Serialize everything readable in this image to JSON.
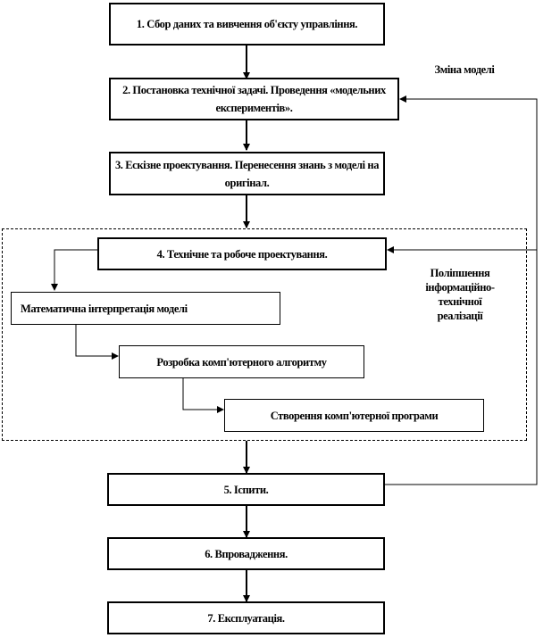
{
  "diagram": {
    "steps": [
      {
        "id": "step1",
        "text": "1. Сбор даних та вивчення об'єкту управління."
      },
      {
        "id": "step2",
        "text": "2. Постановка технічної задачі. Проведення «модельних експериментів»."
      },
      {
        "id": "step3",
        "text": "3. Ескізне проектування. Перенесення знань з моделі на оригінал."
      },
      {
        "id": "step4",
        "text": "4. Технічне та робоче проектування."
      },
      {
        "id": "step5",
        "text": "5. Іспити."
      },
      {
        "id": "step6",
        "text": "6. Впровадження."
      },
      {
        "id": "step7",
        "text": "7. Експлуатація."
      }
    ],
    "substeps": [
      {
        "id": "sub1",
        "text": "Математична інтерпретація моделі"
      },
      {
        "id": "sub2",
        "text": "Розробка комп'ютерного алгоритму"
      },
      {
        "id": "sub3",
        "text": "Створення комп'ютерної програми"
      }
    ],
    "labels": {
      "model_change": "Зміна моделі",
      "improvement_line1": "Поліпшення",
      "improvement_line2": "інформаційно-",
      "improvement_line3": "технічної",
      "improvement_line4": "реалізації"
    },
    "colors": {
      "stroke": "#000000",
      "background": "#ffffff"
    }
  }
}
